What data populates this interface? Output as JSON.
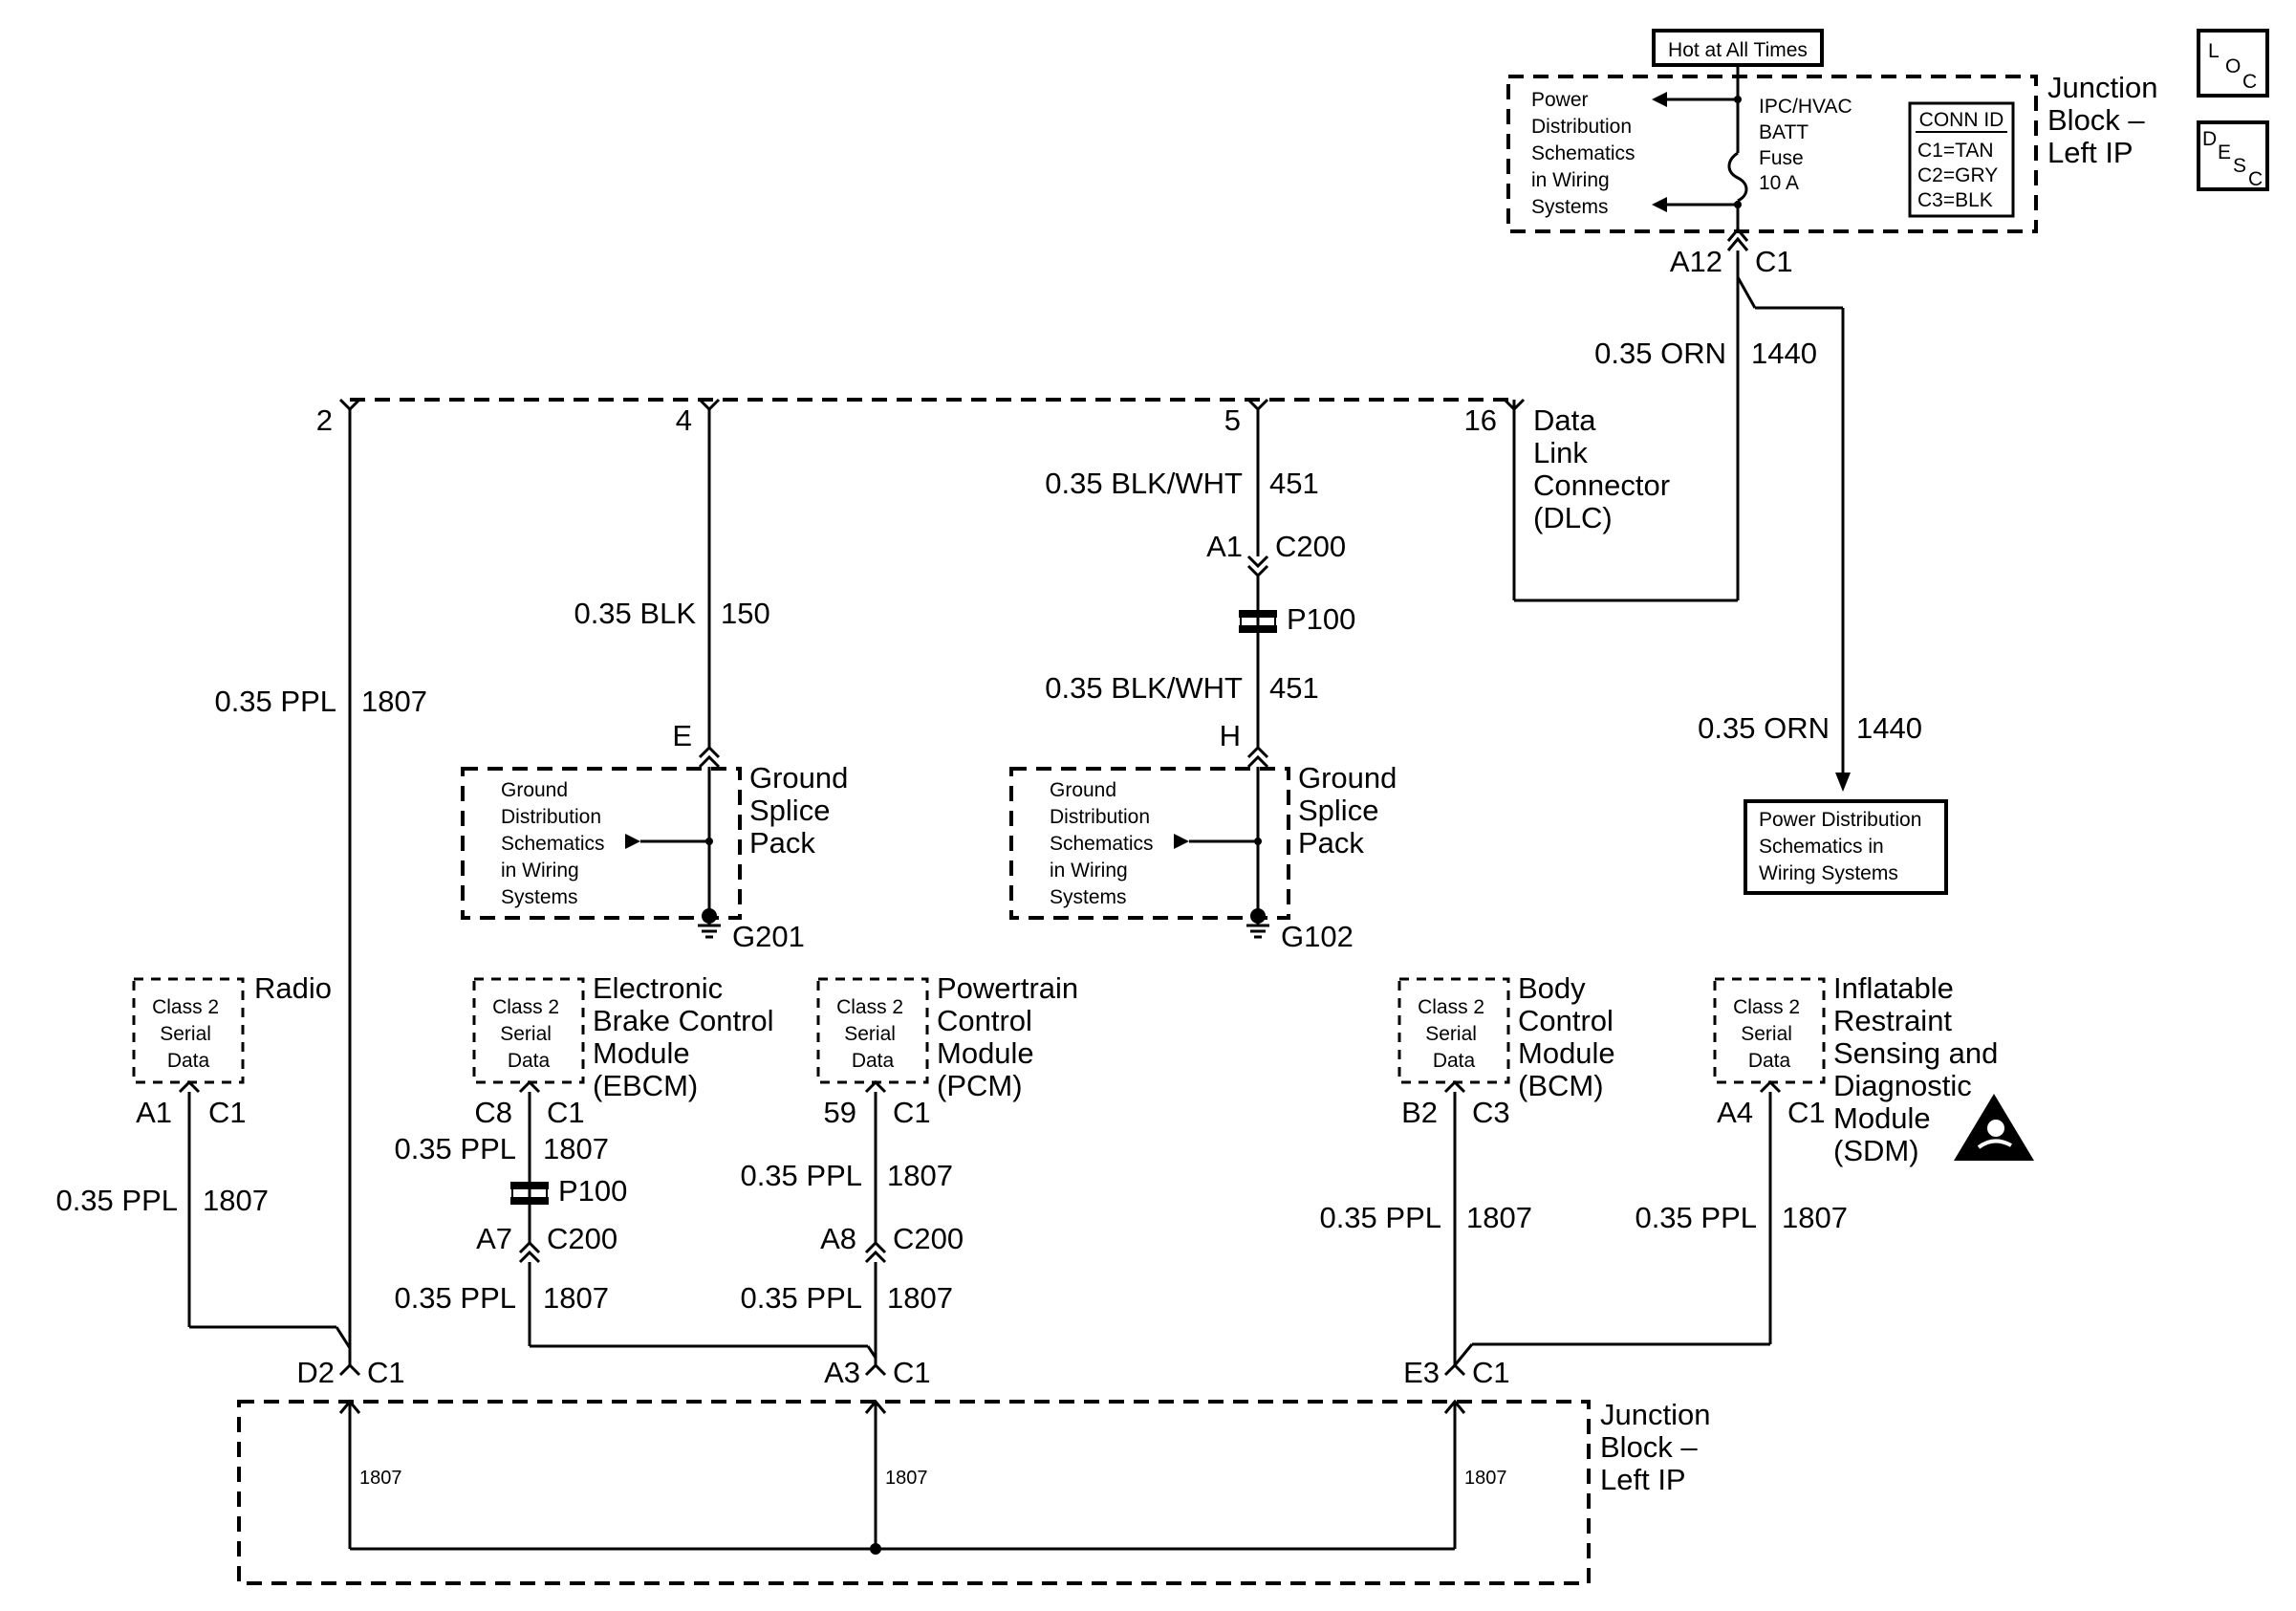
{
  "hot_label": "Hot at All Times",
  "jb_top": {
    "title": [
      "Junction",
      "Block –",
      "Left IP"
    ],
    "power_ref": [
      "Power",
      "Distribution",
      "Schematics",
      "in Wiring",
      "Systems"
    ],
    "fuse": [
      "IPC/HVAC",
      "BATT",
      "Fuse",
      "10 A"
    ],
    "conn_id_title": "CONN ID",
    "conn_ids": [
      "C1=TAN",
      "C2=GRY",
      "C3=BLK"
    ],
    "pin": "A12",
    "conn": "C1"
  },
  "loc_icon": {
    "main": "L",
    "sub1": "O",
    "sub2": "C"
  },
  "desc_icon": {
    "main": "D",
    "sub1": "E",
    "sub2": "S",
    "sub3": "C"
  },
  "wire_orn_1": {
    "gauge": "0.35 ORN",
    "circuit": "1440"
  },
  "wire_orn_2": {
    "gauge": "0.35 ORN",
    "circuit": "1440"
  },
  "power_dist_box": [
    "Power Distribution",
    "Schematics in",
    "Wiring Systems"
  ],
  "dlc": {
    "title": [
      "Data",
      "Link",
      "Connector",
      "(DLC)"
    ],
    "pins": [
      "2",
      "4",
      "5",
      "16"
    ]
  },
  "wire_ppl_dlc": {
    "gauge": "0.35 PPL",
    "circuit": "1807"
  },
  "wire_blk": {
    "gauge": "0.35 BLK",
    "circuit": "150"
  },
  "wire_blkwht_1": {
    "gauge": "0.35 BLK/WHT",
    "circuit": "451"
  },
  "wire_blkwht_2": {
    "gauge": "0.35 BLK/WHT",
    "circuit": "451"
  },
  "c200_top": {
    "pin": "A1",
    "conn": "C200"
  },
  "p100_top": "P100",
  "splice_left": {
    "pin": "E",
    "title": [
      "Ground",
      "Splice",
      "Pack"
    ],
    "ref": [
      "Ground",
      "Distribution",
      "Schematics",
      "in Wiring",
      "Systems"
    ],
    "ground": "G201"
  },
  "splice_right": {
    "pin": "H",
    "title": [
      "Ground",
      "Splice",
      "Pack"
    ],
    "ref": [
      "Ground",
      "Distribution",
      "Schematics",
      "in Wiring",
      "Systems"
    ],
    "ground": "G102"
  },
  "serial_text": [
    "Class 2",
    "Serial",
    "Data"
  ],
  "radio": {
    "title": [
      "Radio"
    ],
    "pin": "A1",
    "conn": "C1",
    "gauge": "0.35 PPL",
    "circuit": "1807"
  },
  "ebcm": {
    "title": [
      "Electronic",
      "Brake Control",
      "Module",
      "(EBCM)"
    ],
    "pin": "C8",
    "conn": "C1",
    "gauge1": "0.35 PPL",
    "circuit1": "1807",
    "p100": "P100",
    "c200_pin": "A7",
    "c200": "C200",
    "gauge2": "0.35 PPL",
    "circuit2": "1807"
  },
  "pcm": {
    "title": [
      "Powertrain",
      "Control",
      "Module",
      "(PCM)"
    ],
    "pin": "59",
    "conn": "C1",
    "gauge1": "0.35 PPL",
    "circuit1": "1807",
    "c200_pin": "A8",
    "c200": "C200",
    "gauge2": "0.35 PPL",
    "circuit2": "1807"
  },
  "bcm": {
    "title": [
      "Body",
      "Control",
      "Module",
      "(BCM)"
    ],
    "pin": "B2",
    "conn": "C3",
    "gauge": "0.35 PPL",
    "circuit": "1807"
  },
  "sdm": {
    "title": [
      "Inflatable",
      "Restraint",
      "Sensing and",
      "Diagnostic",
      "Module",
      "(SDM)"
    ],
    "pin": "A4",
    "conn": "C1",
    "gauge": "0.35 PPL",
    "circuit": "1807"
  },
  "jb_bottom": {
    "title": [
      "Junction",
      "Block –",
      "Left IP"
    ],
    "pins": [
      {
        "pin": "D2",
        "conn": "C1"
      },
      {
        "pin": "A3",
        "conn": "C1"
      },
      {
        "pin": "E3",
        "conn": "C1"
      }
    ],
    "circuits": [
      "1807",
      "1807",
      "1807"
    ]
  }
}
